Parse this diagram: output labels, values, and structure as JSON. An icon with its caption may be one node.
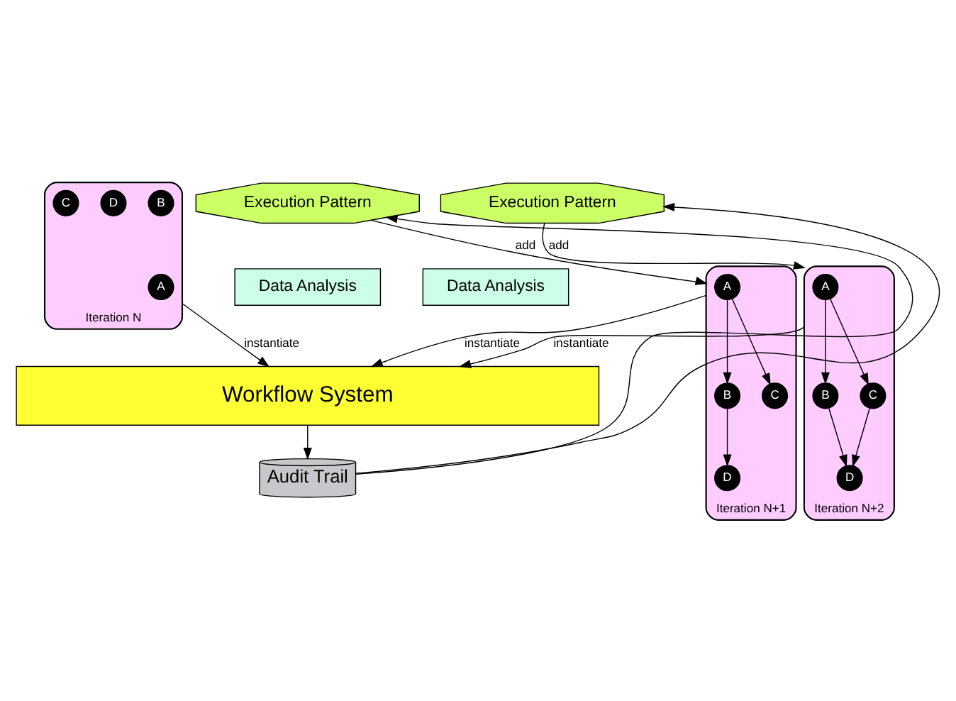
{
  "diagram": {
    "nodes": [
      {
        "text": [
          "Iteration N"
        ]
      },
      {
        "text": [
          "A"
        ],
        "in": 0
      },
      {
        "text": [
          "B"
        ],
        "in": 0
      },
      {
        "text": [
          "D"
        ],
        "in": 0
      },
      {
        "text": [
          "C"
        ],
        "in": 0
      },
      {
        "text": [
          "Execution Pattern"
        ]
      },
      {
        "text": [
          "Iteration N+1"
        ]
      },
      {
        "text": [
          "A"
        ],
        "in": 6
      },
      {
        "text": [
          "B"
        ],
        "in": 6
      },
      {
        "text": [
          "D"
        ],
        "in": 6
      },
      {
        "text": [
          "C"
        ],
        "in": 6
      },
      {
        "text": [
          "Execution Pattern"
        ]
      },
      {
        "text": [
          "Iteration N+2"
        ]
      },
      {
        "text": [
          "A"
        ],
        "in": 12
      },
      {
        "text": [
          "B"
        ],
        "in": 12
      },
      {
        "text": [
          "D"
        ],
        "in": 12
      },
      {
        "text": [
          "C"
        ],
        "in": 12
      },
      {
        "text": [
          "Data Analysis"
        ]
      },
      {
        "text": [
          "Data Analysis"
        ]
      },
      {
        "text": [
          "Workflow System"
        ]
      },
      {
        "text": [
          "Audit Trail"
        ]
      }
    ],
    "edges": [
      {
        "from": 5,
        "to": 6,
        "arrow": "to",
        "label": "add"
      },
      {
        "from": 11,
        "to": 12,
        "arrow": "to",
        "label": "add"
      },
      {
        "from": 7,
        "to": 8,
        "arrow": "to"
      },
      {
        "from": 7,
        "to": 10,
        "arrow": "to"
      },
      {
        "from": 8,
        "to": 9,
        "arrow": "to"
      },
      {
        "from": 13,
        "to": 14,
        "arrow": "to"
      },
      {
        "from": 13,
        "to": 16,
        "arrow": "to"
      },
      {
        "from": 14,
        "to": 15,
        "arrow": "to"
      },
      {
        "from": 16,
        "to": 15,
        "arrow": "to"
      },
      {
        "from": 0,
        "to": 19,
        "arrow": "to",
        "label": "instantiate"
      },
      {
        "from": 6,
        "to": 19,
        "arrow": "to",
        "label": "instantiate"
      },
      {
        "from": 12,
        "to": 19,
        "arrow": "to",
        "label": "instantiate"
      },
      {
        "from": 19,
        "to": 20,
        "arrow": "to"
      },
      {
        "from": 20,
        "to": 5,
        "arrow": "to"
      },
      {
        "from": 20,
        "to": 11,
        "arrow": "to"
      }
    ]
  }
}
